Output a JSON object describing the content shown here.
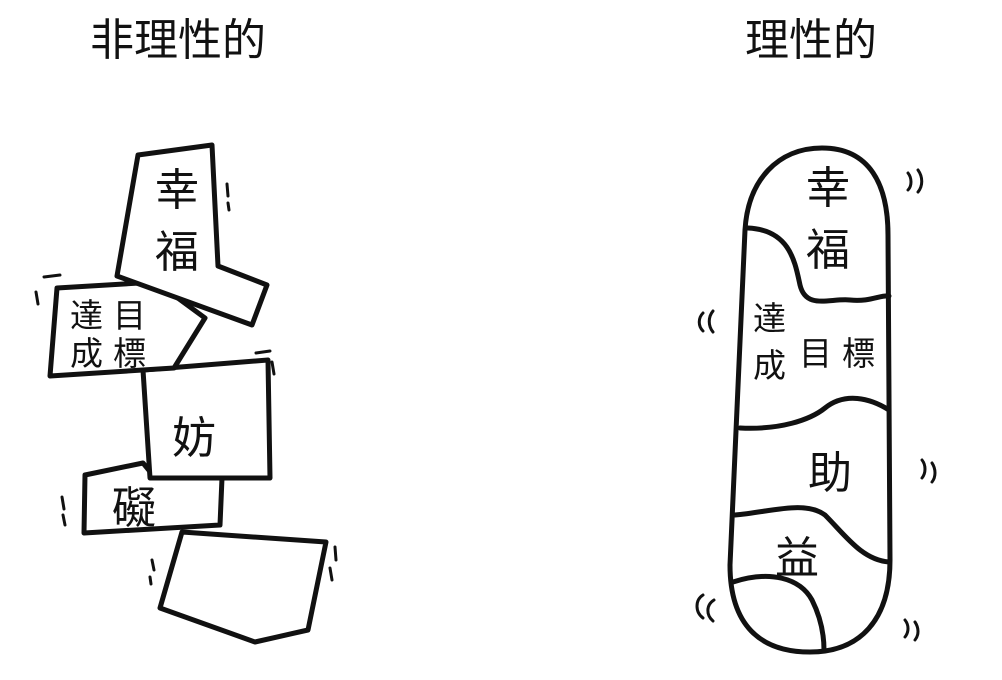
{
  "left": {
    "title": "非理性的",
    "blocks": {
      "happiness": [
        "幸",
        "福"
      ],
      "goal": [
        "達",
        "目",
        "成",
        "標"
      ],
      "obstacle": [
        "妨",
        "礙"
      ],
      "empty": ""
    }
  },
  "right": {
    "title": "理性的",
    "segments": {
      "happiness": [
        "幸",
        "福"
      ],
      "goal": [
        "達",
        "成",
        "目",
        "標"
      ],
      "benefit": [
        "助",
        "益"
      ]
    }
  },
  "colors": {
    "ink": "#111111",
    "paper": "#ffffff"
  }
}
